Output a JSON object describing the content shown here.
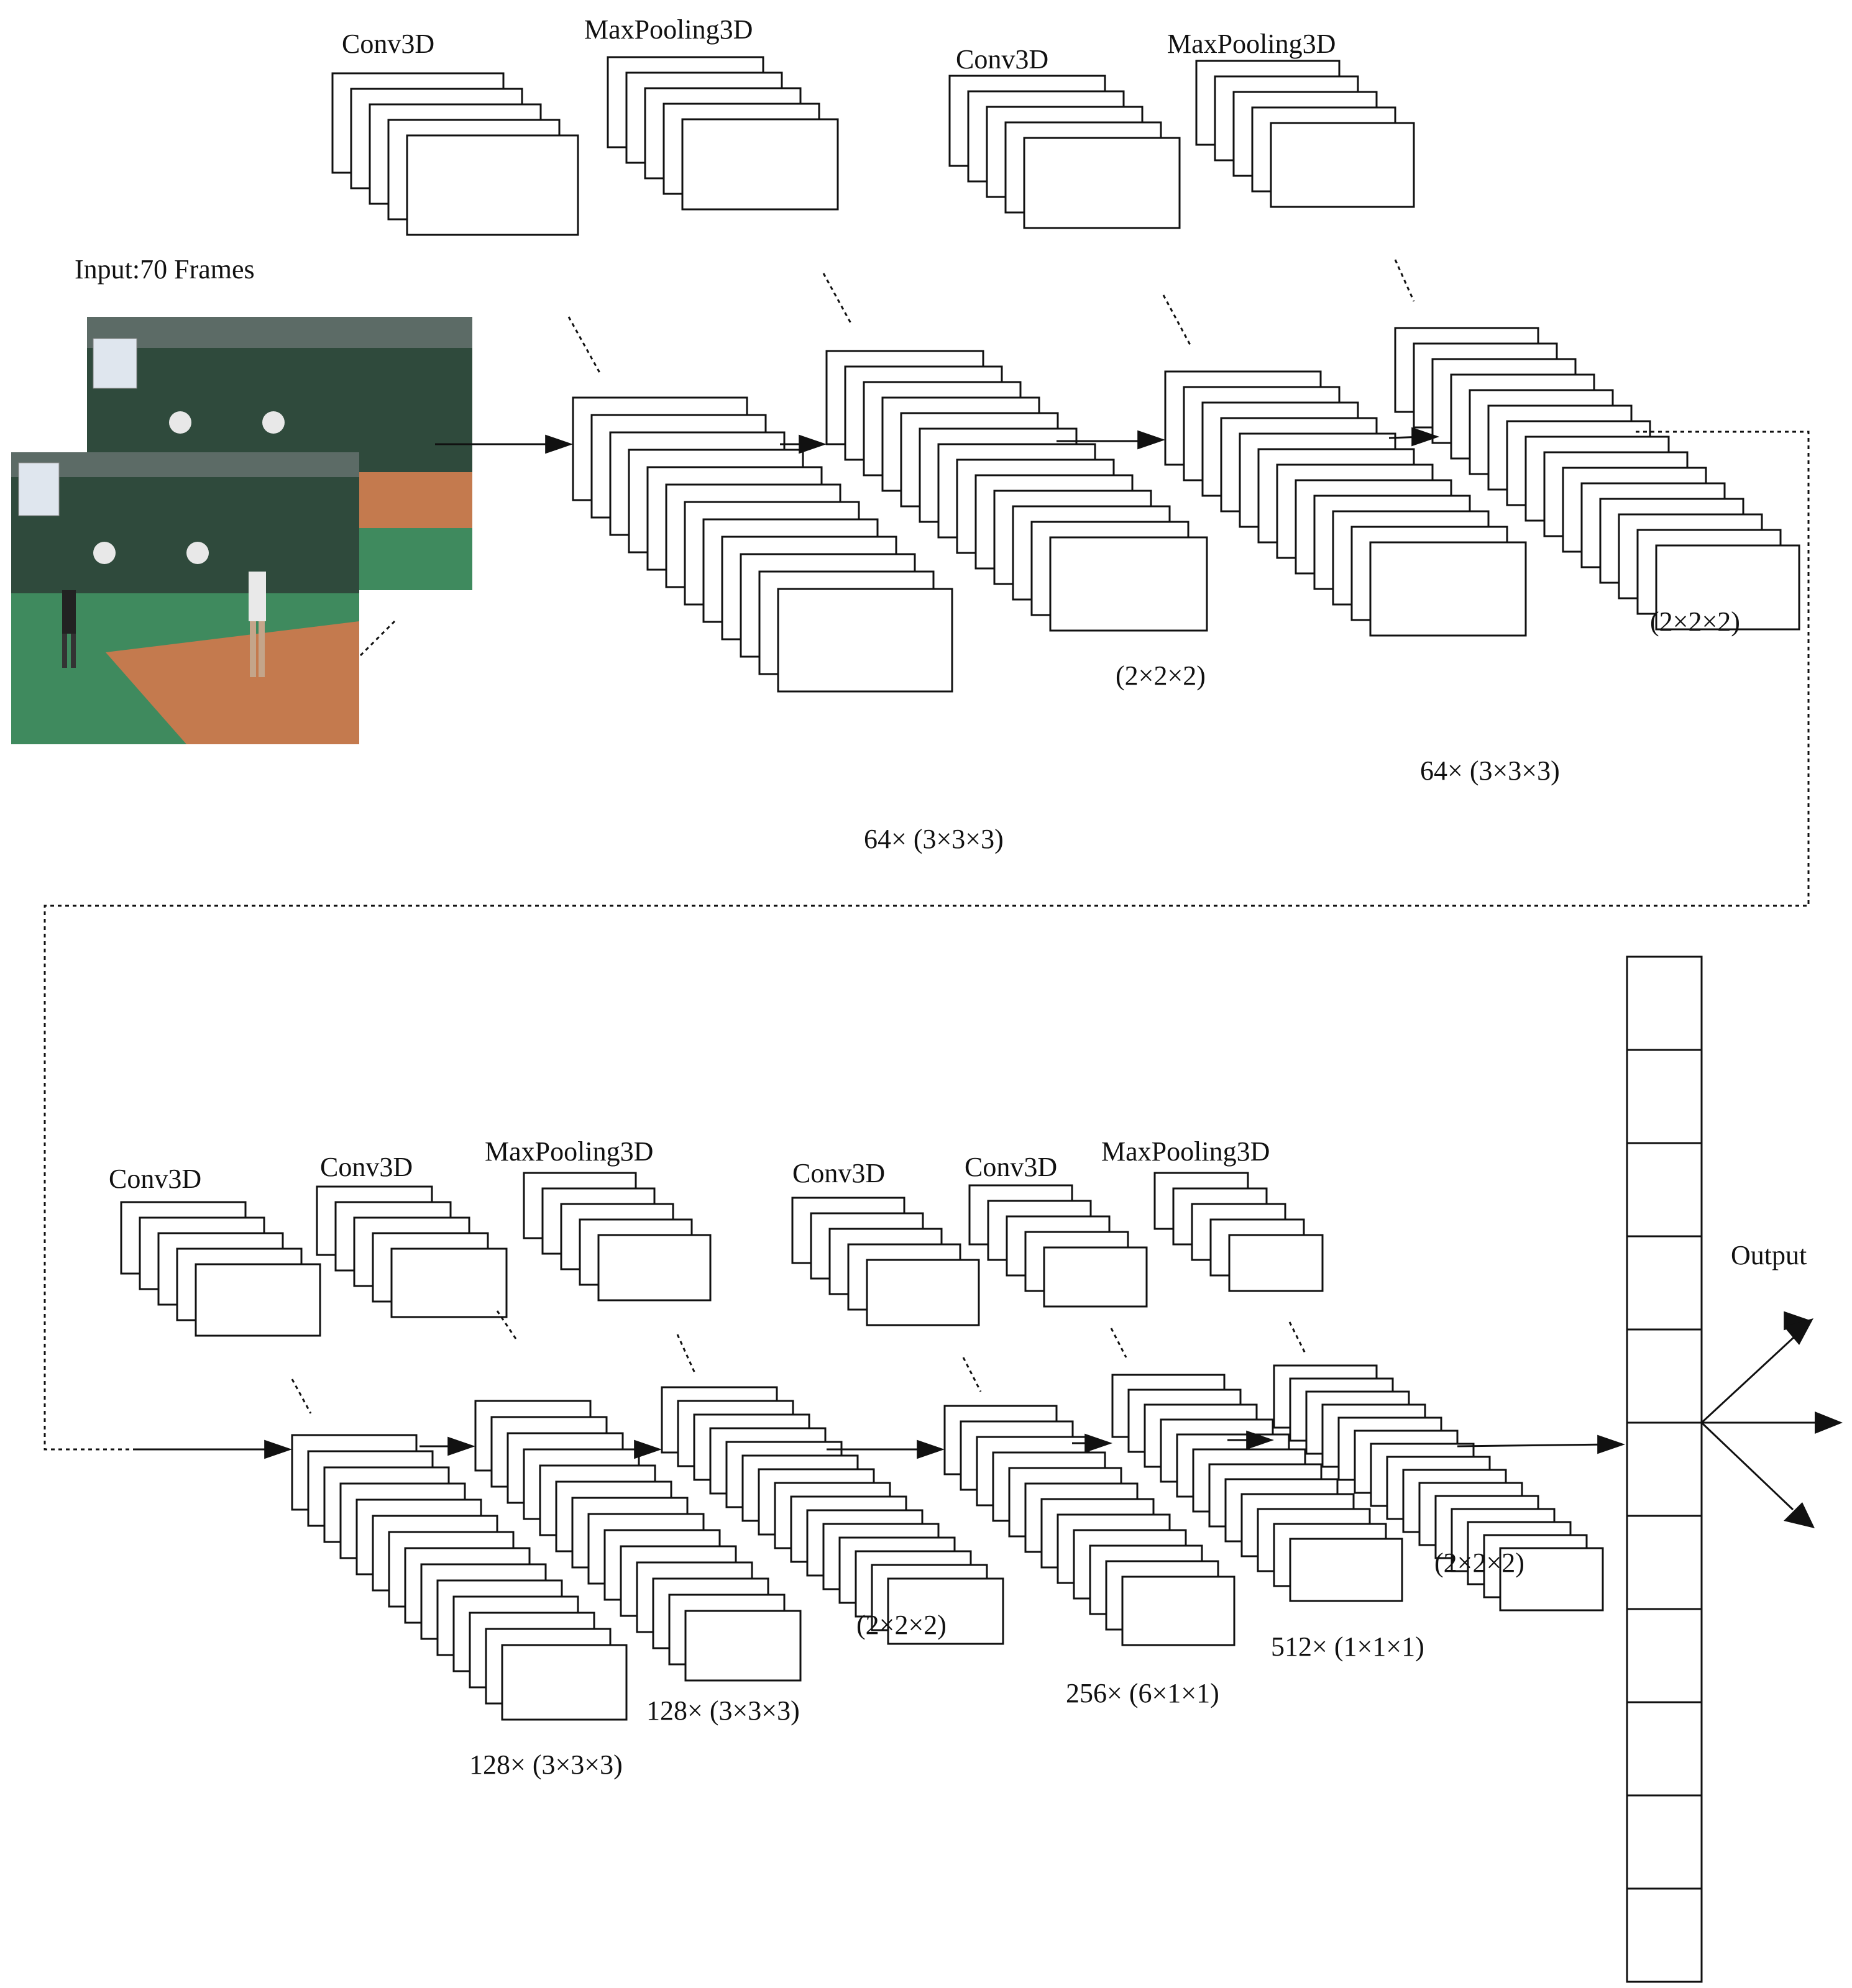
{
  "input": {
    "label": "Input:70 Frames"
  },
  "labels": {
    "conv3d": "Conv3D",
    "maxpooling3d": "MaxPooling3D",
    "output": "Output"
  },
  "kernels": {
    "conv_64_a": "64× (3×3×3)",
    "pool_a": "(2×2×2)",
    "conv_64_b": "64× (3×3×3)",
    "pool_b": "(2×2×2)",
    "conv_128_a": "128× (3×3×3)",
    "conv_128_b": "128× (3×3×3)",
    "pool_c": "(2×2×2)",
    "conv_256": "256× (6×1×1)",
    "conv_512": "512× (1×1×1)",
    "pool_d": "(2×2×2)"
  },
  "style": {
    "stroke": "#111111",
    "floor": "#c47a4e",
    "wall": "#2f4a3c",
    "court": "#3f8a5e"
  }
}
